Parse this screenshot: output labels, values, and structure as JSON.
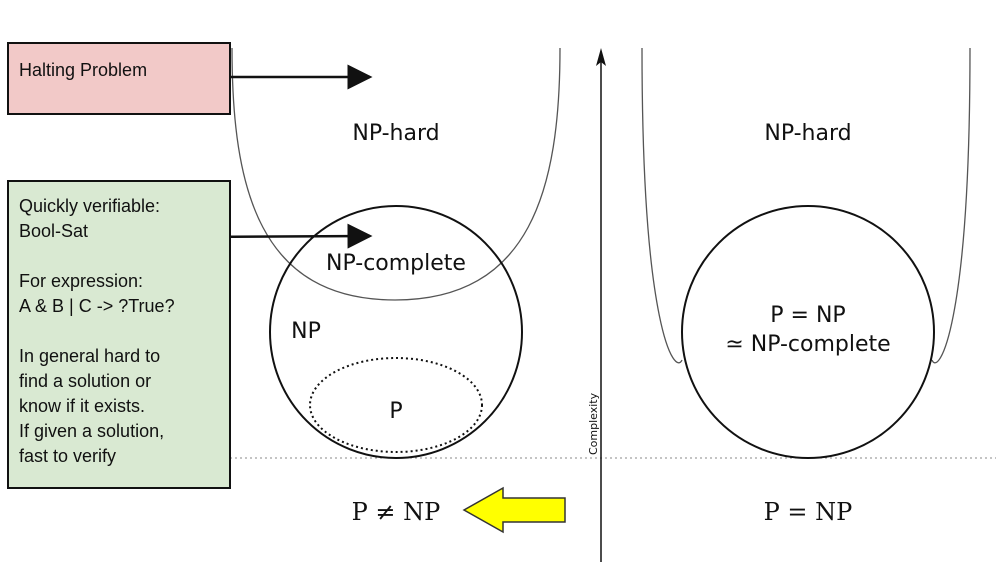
{
  "left_panel": {
    "np_hard_label": "NP-hard",
    "np_complete_label": "NP-complete",
    "np_label": "NP",
    "p_label": "P",
    "relation_label": "P ≠ NP"
  },
  "right_panel": {
    "np_hard_label": "NP-hard",
    "merged_label_line1": "P = NP",
    "merged_label_line2": "≃ NP-complete",
    "relation_label": "P = NP"
  },
  "axis": {
    "label": "Complexity"
  },
  "halting_note": {
    "text": "Halting Problem"
  },
  "verify_note": {
    "lines": [
      "Quickly verifiable:",
      "Bool-Sat",
      "",
      "For expression:",
      "A & B | C -> ?True?",
      "",
      "In general hard to",
      "find a solution or",
      "know if it exists.",
      "If given a solution,",
      "fast to verify"
    ]
  },
  "colors": {
    "halting_box": "#f2c9c8",
    "verify_box": "#d9e9d2",
    "highlight_arrow": "#ffff00"
  }
}
